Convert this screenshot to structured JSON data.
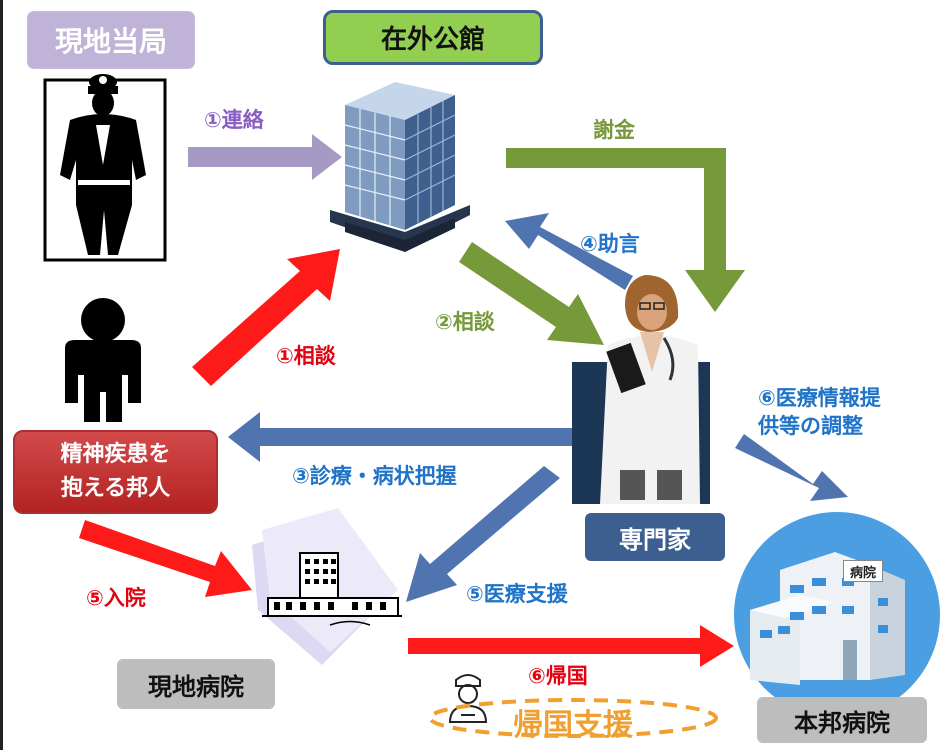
{
  "title": "在外公館",
  "nodes": {
    "local_authority": "現地当局",
    "patient": "精神疾患を\n抱える邦人",
    "specialist": "専門家",
    "local_hospital": "現地病院",
    "home_hospital": "本邦病院",
    "home_hospital_sign": "病院",
    "repatriation_support": "帰国支援"
  },
  "edges": {
    "contact": "①連絡",
    "fee": "謝金",
    "advice": "④助言",
    "consult2": "②相談",
    "consult1": "①相談",
    "diagnosis": "③診療・病状把握",
    "admission": "⑤入院",
    "medical_support": "⑤医療支援",
    "info_coordination": "⑥医療情報提\n供等の調整",
    "return_home": "⑥帰国"
  },
  "colors": {
    "red": "#ff1a1a",
    "blue": "#4f74b0",
    "green": "#76993a",
    "lavender": "#a69ac4",
    "red_text": "#e3000f",
    "blue_text": "#1f73c8",
    "green_text": "#76993a",
    "purple_text": "#8a5cc5",
    "orange": "#f0a030"
  }
}
